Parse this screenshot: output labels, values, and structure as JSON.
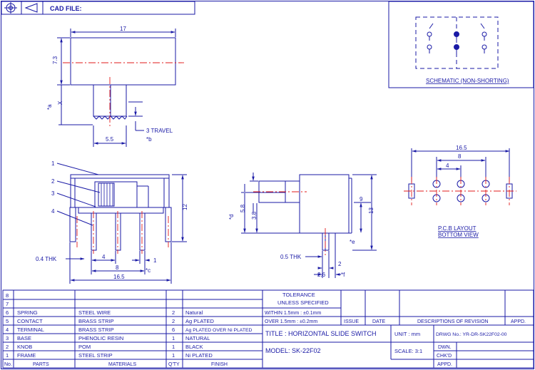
{
  "colors": {
    "line": "#1a1aa6",
    "center": "#e21b1b",
    "bg": "#ffffff"
  },
  "header": {
    "cad_file_label": "CAD FILE:"
  },
  "top_view": {
    "dim_width": "17",
    "dim_height": "7.3",
    "dim_knob": "5.5",
    "label_a": "*a",
    "label_b": "*b",
    "label_x": "X",
    "travel": "3 TRAVEL"
  },
  "schematic": {
    "label": "SCHEMATIC (NON-SHORTING)"
  },
  "front_view": {
    "callouts": [
      "1",
      "2",
      "3",
      "4"
    ],
    "dim_height": "12",
    "thk": "0.4 THK",
    "dim_4": "4",
    "dim_1": "1",
    "dim_8": "8",
    "label_c": "*c",
    "dim_total": "16.5"
  },
  "side_view": {
    "label_d": "*d",
    "dim_58": "5.8",
    "dim_38": "3.8",
    "dim_9": "9",
    "dim_13": "13",
    "label_e": "*e",
    "thk": "0.5 THK",
    "dim_2": "2",
    "dim_26": "2.6",
    "label_f": "*f"
  },
  "pcb": {
    "dim_165": "16.5",
    "dim_8": "8",
    "dim_4": "4",
    "label_1": "P.C.B LAYOUT",
    "label_2": "BOTTOM VIEW"
  },
  "bom": {
    "rows": [
      {
        "no": "8",
        "part": "",
        "material": "",
        "qty": "",
        "finish": ""
      },
      {
        "no": "7",
        "part": "",
        "material": "",
        "qty": "",
        "finish": ""
      },
      {
        "no": "6",
        "part": "SPRING",
        "material": "STEEL WIRE",
        "qty": "2",
        "finish": "Natural"
      },
      {
        "no": "5",
        "part": "CONTACT",
        "material": "BRASS STRIP",
        "qty": "2",
        "finish": "Ag PLATED"
      },
      {
        "no": "4",
        "part": "TERMINAL",
        "material": "BRASS STRIP",
        "qty": "6",
        "finish": "Ag PLATED OVER Ni PLATED"
      },
      {
        "no": "3",
        "part": "BASE",
        "material": "PHENOLIC RESIN",
        "qty": "1",
        "finish": "NATURAL"
      },
      {
        "no": "2",
        "part": "KNOB",
        "material": "POM",
        "qty": "1",
        "finish": "BLACK"
      },
      {
        "no": "1",
        "part": "FRAME",
        "material": "STEEL STRIP",
        "qty": "1",
        "finish": "Ni PLATED"
      }
    ],
    "headers": {
      "no": "No.",
      "parts": "PARTS",
      "materials": "MATERIALS",
      "qty": "Q'TY",
      "finish": "FINISH"
    }
  },
  "tolerance": {
    "title": "TOLERANCE",
    "subtitle": "UNLESS  SPECIFIED",
    "line1": "WITHIN 1.5mm : ±0.1mm",
    "line2": "OVER 1.5mm : ±0.2mm"
  },
  "revision": {
    "issue": "ISSUE",
    "date": "DATE",
    "desc": "DESCRIPTIONS OF REVISION",
    "appd": "APPD."
  },
  "title_block": {
    "title": "TITLE :  HORIZONTAL SLIDE SWITCH",
    "model": "MODEL:   SK-22F02",
    "unit": "UNIT :   mm",
    "scale": "SCALE:   3:1",
    "drwg": "DRWG No.:  YR-DR-SK22F02-00",
    "dwn": "DWN.",
    "chkd": "CHK'D",
    "appd": "APPD."
  }
}
